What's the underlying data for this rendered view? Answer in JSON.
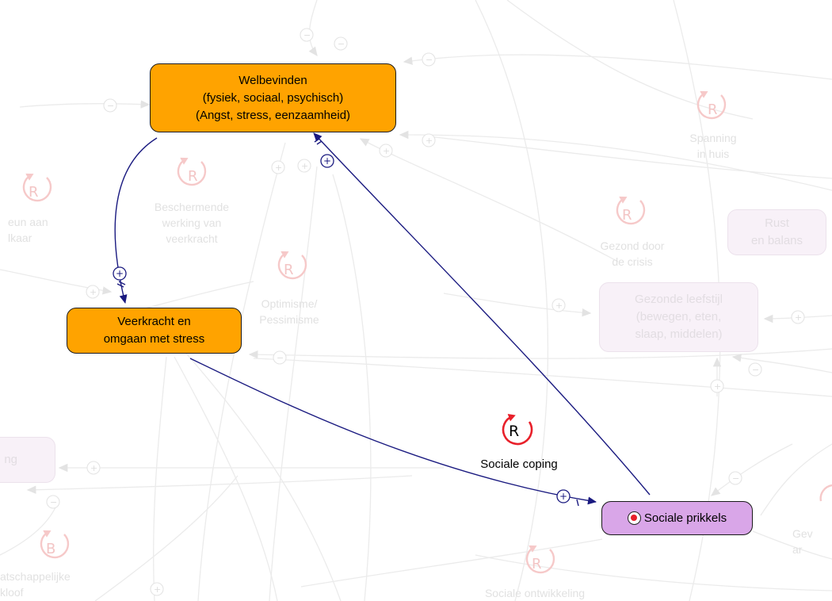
{
  "nodes": {
    "welbevinden": "Welbevinden\n(fysiek, sociaal, psychisch)\n(Angst, stress, eenzaamheid)",
    "veerkracht": "Veerkracht en\nomgaan met stress",
    "sociale_prikkels": "Sociale prikkels",
    "gezonde_leefstijl": "Gezonde leefstijl\n(bewegen, eten,\nslaap, middelen)",
    "rust": "Rust\nen balans",
    "left_stub": "ng"
  },
  "loops": {
    "sociale_coping": {
      "letter": "R",
      "label": "Sociale coping"
    },
    "spanning": {
      "letter": "R",
      "label": "Spanning\nin huis"
    },
    "beschermende": {
      "letter": "R",
      "label": "Beschermende\nwerking van\nveerkracht"
    },
    "steun": {
      "letter": "R",
      "label": "eun aan\nlkaar"
    },
    "gezond_crisis": {
      "letter": "R",
      "label": "Gezond door\nde crisis"
    },
    "optimisme": {
      "letter": "R",
      "label": "Optimisme/\nPessimisme"
    },
    "kloof": {
      "letter": "B",
      "label": "atschappelijke\nkloof"
    },
    "ontwikkeling": {
      "letter": "R",
      "label": "Sociale ontwikkeling"
    },
    "gev": {
      "letter": "",
      "label": "Gev\nar"
    }
  },
  "polarity": {
    "plus": "+",
    "minus": "−"
  },
  "colors": {
    "active_link": "#1a1a80",
    "faded_link": "#e9e9e9",
    "loop_active": "#e8202a",
    "loop_faded": "#f6c9c9"
  }
}
